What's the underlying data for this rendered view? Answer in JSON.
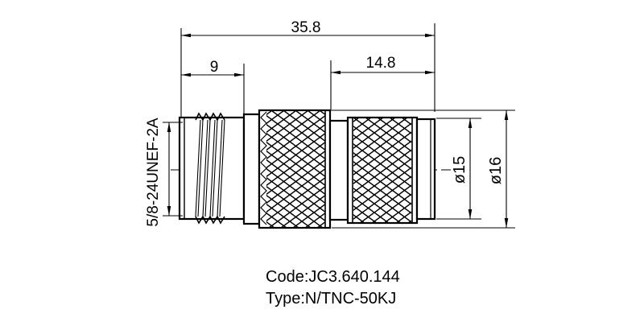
{
  "page": {
    "background": "#ffffff",
    "line_color": "#000000"
  },
  "drawing": {
    "dimensions": {
      "total_length": "35.8",
      "thread_section_length": "9",
      "plug_section_length": "14.8",
      "thread_spec": "5/8-24UNEF-2A",
      "diameter_small": "ø15",
      "diameter_large": "ø16"
    },
    "caption": {
      "code_line": "Code:JC3.640.144",
      "type_line": "Type:N/TNC-50KJ"
    }
  }
}
